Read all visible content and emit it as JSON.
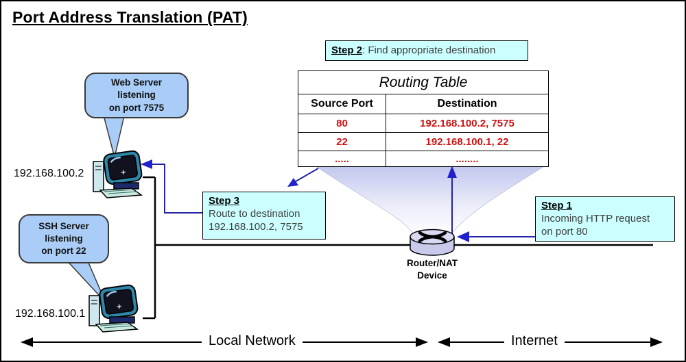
{
  "title": "Port Address Translation (PAT)",
  "steps": {
    "step2": {
      "label": "Step 2",
      "rest": ": Find appropriate destination"
    },
    "step3": {
      "label": "Step 3",
      "line1": "Route to destination",
      "line2": "192.168.100.2, 7575"
    },
    "step1": {
      "label": "Step 1",
      "line1": "Incoming HTTP request",
      "line2": "on port 80"
    }
  },
  "routing_table": {
    "title": "Routing Table",
    "headers": [
      "Source Port",
      "Destination"
    ],
    "rows": [
      [
        "80",
        "192.168.100.2, 7575"
      ],
      [
        "22",
        "192.168.100.1, 22"
      ],
      [
        ".....",
        "........"
      ]
    ]
  },
  "bubbles": {
    "web": {
      "lines": [
        "Web Server",
        "listening",
        "on port 7575"
      ]
    },
    "ssh": {
      "lines": [
        "SSH Server",
        "listening",
        "on port 22"
      ]
    }
  },
  "hosts": {
    "host1": {
      "ip": "192.168.100.2"
    },
    "host2": {
      "ip": "192.168.100.1"
    }
  },
  "router": {
    "line1": "Router/NAT",
    "line2": "Device"
  },
  "zones": {
    "local": "Local Network",
    "internet": "Internet"
  },
  "colors": {
    "step_box_bg": "#ccffff",
    "bubble_bg": "#a9cdf6",
    "table_data_red": "#cc1111",
    "arrow_blue": "#2222bb",
    "funnel_lavender": "#c2c7ee",
    "router_fill": "#cfcfef"
  }
}
